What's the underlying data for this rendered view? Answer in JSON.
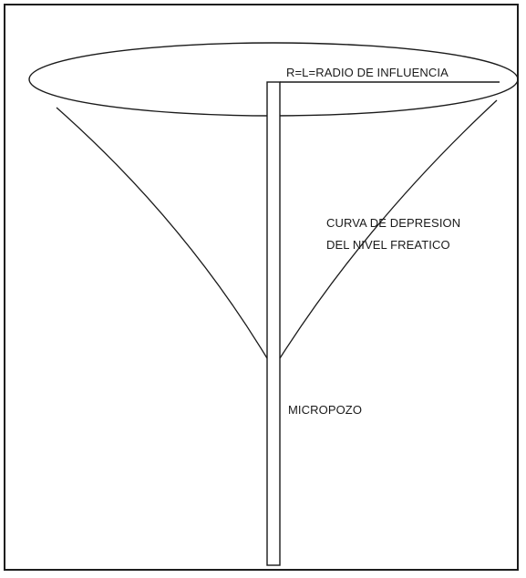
{
  "diagram": {
    "labels": {
      "radius": "R=L=RADIO DE INFLUENCIA",
      "curve_line1": "CURVA DE DEPRESION",
      "curve_line2": "DEL NIVEL FREATICO",
      "well": "MICROPOZO"
    },
    "colors": {
      "stroke": "#1a1a1a",
      "background": "#ffffff"
    }
  }
}
